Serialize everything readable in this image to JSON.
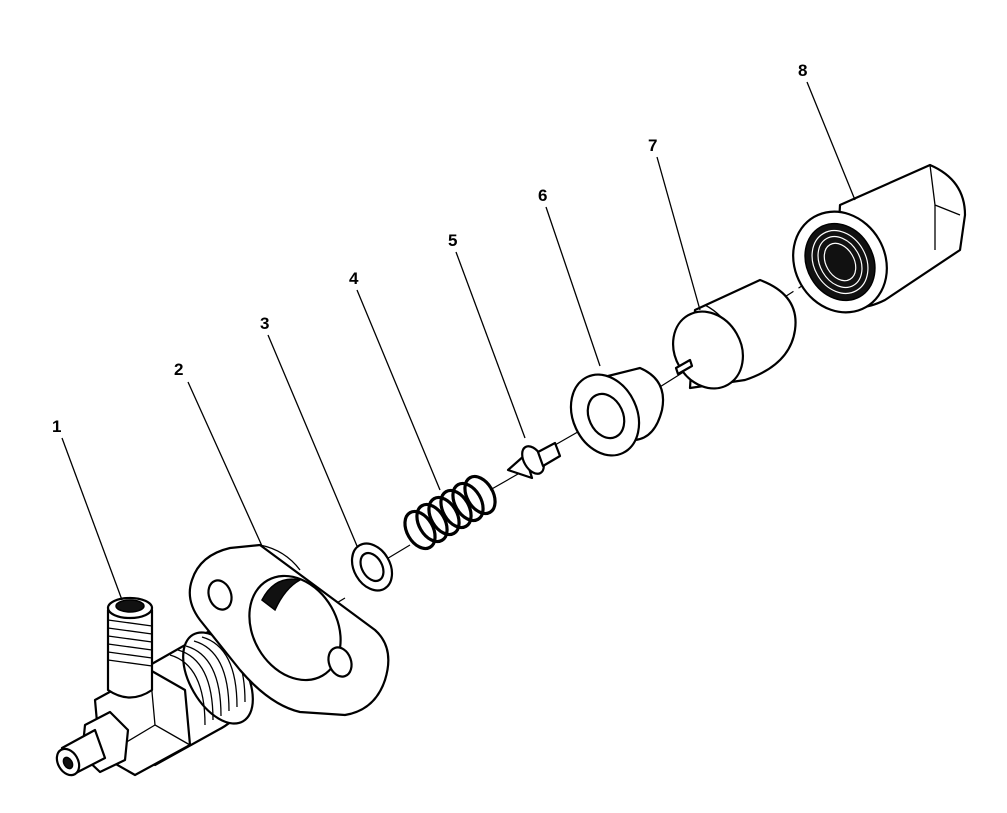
{
  "parts": [
    {
      "id": "1",
      "label": "1",
      "name": "injector-body"
    },
    {
      "id": "2",
      "label": "2",
      "name": "flange-gasket"
    },
    {
      "id": "3",
      "label": "3",
      "name": "washer"
    },
    {
      "id": "4",
      "label": "4",
      "name": "spring"
    },
    {
      "id": "5",
      "label": "5",
      "name": "valve-needle"
    },
    {
      "id": "6",
      "label": "6",
      "name": "valve-seat"
    },
    {
      "id": "7",
      "label": "7",
      "name": "nozzle-holder"
    },
    {
      "id": "8",
      "label": "8",
      "name": "cap-nut"
    }
  ],
  "colors": {
    "ink": "#000000",
    "background": "#ffffff"
  }
}
